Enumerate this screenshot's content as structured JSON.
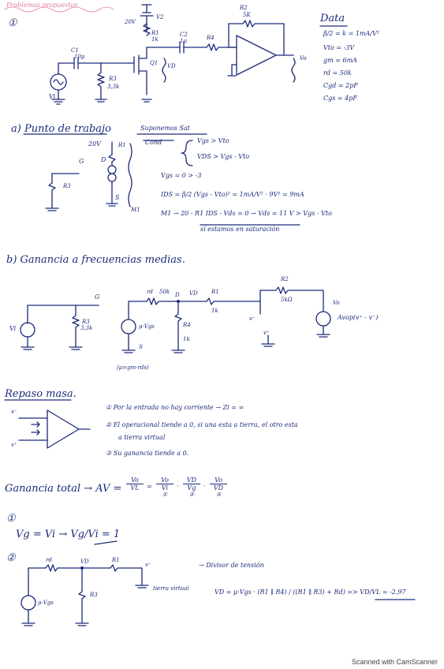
{
  "header": {
    "title_scribble": "Problemas propuestos",
    "problem_number": "①"
  },
  "circuit1": {
    "source_label": "Vi",
    "rg_label": "R3",
    "rg_value": "3,3k",
    "c1_label": "C1",
    "c1_value": "10μ",
    "rd_label": "R1",
    "rd_value": "1k",
    "vdd_label": "20V",
    "v2_label": "V2",
    "q_label": "Q1",
    "vd_label": "VD",
    "c2_label": "C2",
    "c2_value": "1μ",
    "r4_label": "R4",
    "rf_label": "R2",
    "rf_value": "5K",
    "vo_label": "Vo"
  },
  "data_box": {
    "title": "Data",
    "lines": [
      "β/2 = k = 1mA/V²",
      "Vto = -3V",
      "gm = 6mA",
      "rd = 50k",
      "Cgd = 2pF",
      "Cgs = 4pF"
    ]
  },
  "section_a": {
    "title": "a) Punto de trabajo",
    "suposicion_title": "Suponemos Sat",
    "cond_label": "Cond",
    "cond_1": "Vgs > Vto",
    "cond_2": "VDS > Vgs - Vto",
    "eq_vgs": "Vgs = 0 > -3",
    "eq_ids": "IDS = β/2 (Vgs - Vto)² = 1mA/V² · 9V² = 9mA",
    "eq_m1": "M1 → 20 - R1 IDS - Vds = 0 → Vds = 11 V > Vgs - Vto",
    "eq_sat": "sí estamos en saturación",
    "g_label": "G",
    "d_label": "D",
    "s_label": "S",
    "r3_label": "R3",
    "vdd": "20V",
    "r1_label": "R1",
    "m1_label": "M1"
  },
  "section_b": {
    "title": "b) Ganancia a frecuencias medias.",
    "vi": "Vi",
    "g": "G",
    "r3": "R3",
    "r3v": "3,3k",
    "rd": "rd",
    "rdv": "50k",
    "d": "D",
    "vd": "VD",
    "r1": "R1",
    "r1v": "1k",
    "r4": "R4",
    "r4v": "1k",
    "r2": "R2",
    "r2v": "5kΩ",
    "vo": "Vo",
    "src": "μ·Vgs",
    "s": "S",
    "mu_eq": "(μ=gm·rds)",
    "vminus": "v⁻",
    "vplus": "v⁺",
    "avop": "Avop(v⁺ - v⁻)"
  },
  "ideal": {
    "title": "Repaso masa.",
    "vminus": "v⁻",
    "vplus": "v⁺",
    "items": [
      "① Por la entrada no hay corriente → Zi = ∞",
      "② El operacional tiende a 0, si una esta a tierra, el otro esta",
      "a tierra virtual",
      "③ Su ganancia tiende a 0."
    ]
  },
  "gain_total": {
    "label": "Ganancia total → AV =",
    "f1_num": "Vo",
    "f1_den": "VL",
    "f2_num": "Vo",
    "f2_den": "Vi",
    "f3_num": "VD",
    "f3_den": "Vg",
    "f4_num": "Vo",
    "f4_den": "VD",
    "m1": "①",
    "m2": "②",
    "m3": "③"
  },
  "step1": {
    "num": "①",
    "eq": "Vg = Vi  →  Vg/Vi = 1"
  },
  "step2": {
    "num": "②",
    "rd": "rd",
    "vd": "VD",
    "r1": "R1",
    "vminus": "v⁻",
    "r3": "R3",
    "src": "μ·Vgs",
    "tierra": "tierra virtual",
    "divisor": "→ Divisor de tensión",
    "eq": "VD = μ·Vgs · (R1 ∥ R4) / ((R1 ∥ R3) + Rd)  =>  VD/VL = -2,97"
  },
  "footer": {
    "scanner": "Scanned with CamScanner"
  }
}
